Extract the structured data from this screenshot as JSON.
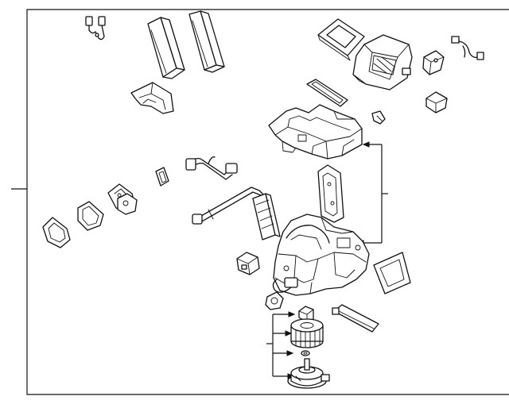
{
  "diagram": {
    "type": "exploded-parts-diagram",
    "colors": {
      "ink": "#111111",
      "paper": "#ffffff"
    },
    "parts": [
      {
        "name": "wire-connector-top"
      },
      {
        "name": "cabin-filter-left"
      },
      {
        "name": "cabin-filter-right"
      },
      {
        "name": "filter-door-bracket"
      },
      {
        "name": "intake-door-frame"
      },
      {
        "name": "intake-housing"
      },
      {
        "name": "intake-actuator-motor"
      },
      {
        "name": "harness-pigtail"
      },
      {
        "name": "thin-seal-strip"
      },
      {
        "name": "small-clip"
      },
      {
        "name": "actuator-small"
      },
      {
        "name": "upper-case-shell"
      },
      {
        "name": "grommet-small"
      },
      {
        "name": "expansion-valve-pipe"
      },
      {
        "name": "grommet-medium"
      },
      {
        "name": "expansion-valve-block"
      },
      {
        "name": "grommet-large"
      },
      {
        "name": "seal-gasket-large"
      },
      {
        "name": "evaporator-pipe"
      },
      {
        "name": "evaporator-core"
      },
      {
        "name": "case-side-gasket"
      },
      {
        "name": "heater-ac-unit-case"
      },
      {
        "name": "blend-door-actuator"
      },
      {
        "name": "side-duct-gasket"
      },
      {
        "name": "blower-resistor"
      },
      {
        "name": "blower-nut"
      },
      {
        "name": "drain-seal-strip"
      },
      {
        "name": "blower-wheel"
      },
      {
        "name": "blower-washer"
      },
      {
        "name": "blower-motor"
      }
    ]
  }
}
